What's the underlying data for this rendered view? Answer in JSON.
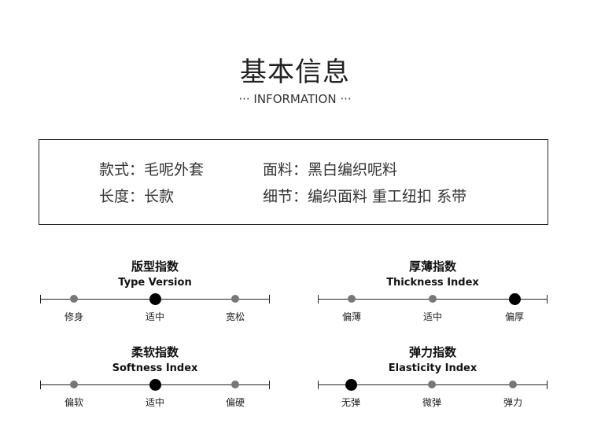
{
  "header": {
    "title": "基本信息",
    "subtitle": "··· INFORMATION ···"
  },
  "info": {
    "style": "款式：毛呢外套",
    "fabric": "面料：黑白编织呢料",
    "length": "长度：长款",
    "details": "细节：编织面料  重工纽扣  系带"
  },
  "gauges": [
    {
      "title": "版型指数",
      "subtitle": "Type Version",
      "labels": [
        "修身",
        "适中",
        "宽松"
      ],
      "selected_index": 1
    },
    {
      "title": "厚薄指数",
      "subtitle": "Thickness Index",
      "labels": [
        "偏薄",
        "适中",
        "偏厚"
      ],
      "selected_index": 2
    },
    {
      "title": "柔软指数",
      "subtitle": "Softness Index",
      "labels": [
        "偏软",
        "适中",
        "偏硬"
      ],
      "selected_index": 1
    },
    {
      "title": "弹力指数",
      "subtitle": "Elasticity Index",
      "labels": [
        "无弹",
        "微弹",
        "弹力"
      ],
      "selected_index": 0
    }
  ],
  "colors": {
    "selected_dot": "#000000",
    "unselected_dot": "#777777",
    "line": "#222222"
  }
}
